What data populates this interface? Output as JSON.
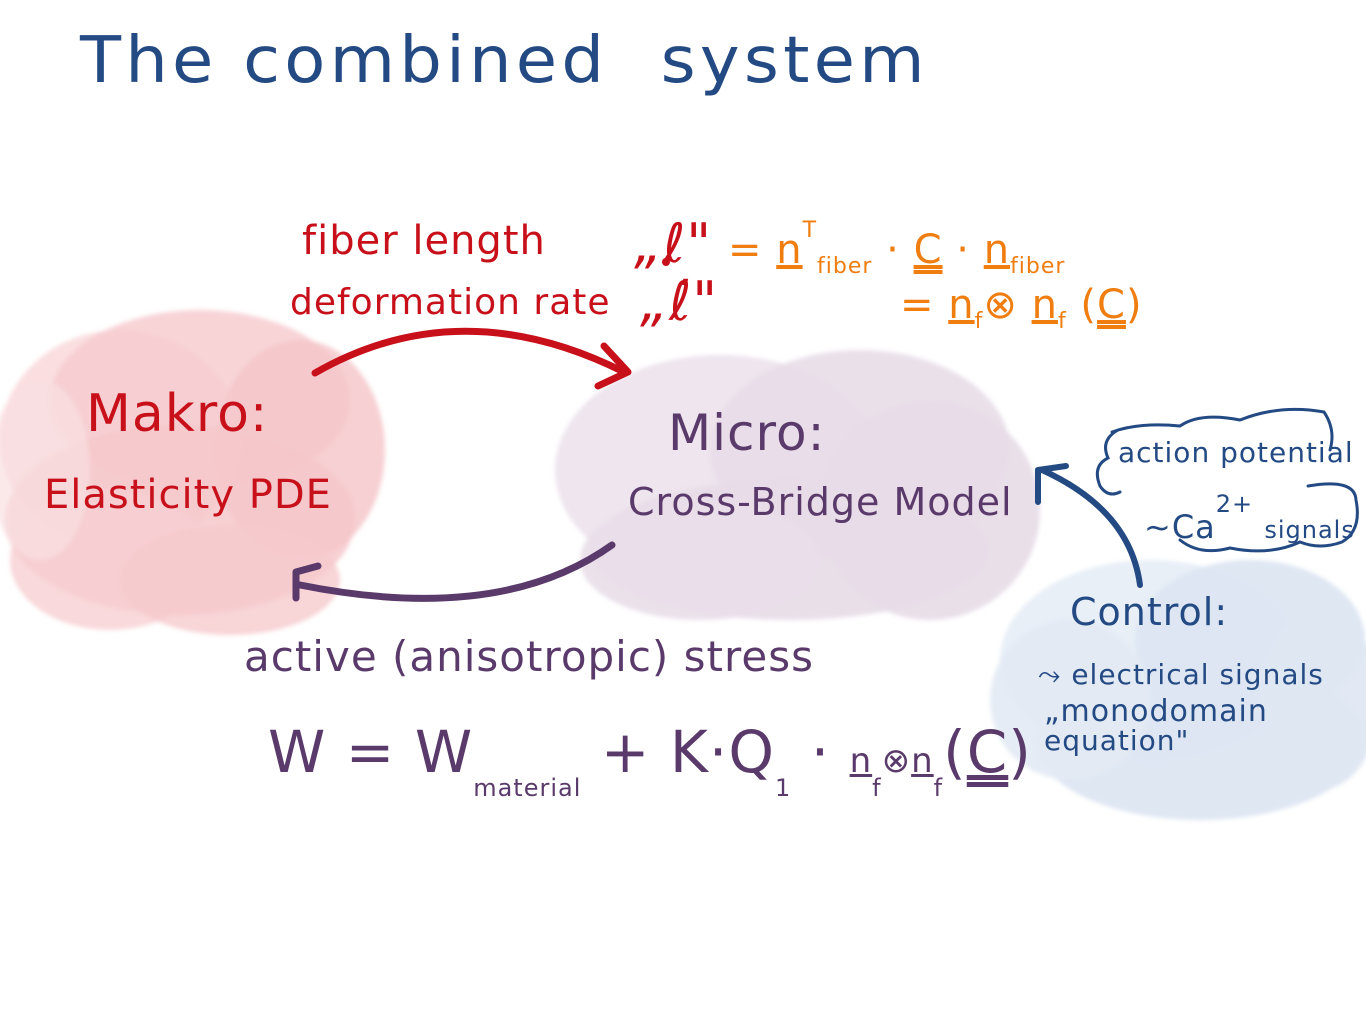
{
  "title": {
    "words": [
      "The combined",
      "system"
    ]
  },
  "colors": {
    "title_blue": "#244a84",
    "red": "#c8101a",
    "orange": "#ef7d10",
    "purple": "#5a3a6b",
    "cloud_pink": "#f6c8cb",
    "cloud_lilac": "#e7dbe7",
    "cloud_blue": "#dde6f2"
  },
  "forward_arrow": {
    "label_line1": "fiber length",
    "label_line2": "deformation rate",
    "symbol1": "„ℓ\"",
    "symbol2": "„ℓ̇\""
  },
  "fiber_equation": {
    "line1": {
      "eq": "=",
      "n": "n",
      "sub_fiber": "fiber",
      "sup_T": "T",
      "dot1": "·",
      "C": "C",
      "dot2": "·",
      "n2": "n",
      "sub_fiber2": "fiber"
    },
    "line2": {
      "eq": "=",
      "n": "n",
      "sub_f": "f",
      "otimes": "⊗",
      "n2": "n",
      "sub_f2": "f",
      "lparen": "(",
      "C": "C",
      "rparen": ")"
    }
  },
  "makro": {
    "title": "Makro:",
    "subtitle": "Elasticity PDE"
  },
  "micro": {
    "title": "Micro:",
    "subtitle": "Cross-Bridge Model"
  },
  "backward_arrow": {
    "label": "active (anisotropic) stress"
  },
  "stress_formula": {
    "W": "W",
    "eq": "=",
    "W2": "W",
    "sub_material": "material",
    "plus": "+",
    "kappa": "K",
    "dot1": "·",
    "Q": "Q",
    "sub_1": "1",
    "dot2": "·",
    "tail": "n",
    "sub_f": "f",
    "otimes": "⊗",
    "tail2": "n",
    "sub_f2": "f",
    "lparen": "(",
    "C": "C",
    "rparen": ")"
  },
  "signal_bubble": {
    "line1": "action potential",
    "tilde": "~",
    "Ca": "Ca",
    "sup": "2+",
    "signals": "signals"
  },
  "control": {
    "title": "Control:",
    "arrow_glyph": "⤳",
    "item1": "electrical signals",
    "item2": "„monodomain",
    "item3": "equation\""
  }
}
